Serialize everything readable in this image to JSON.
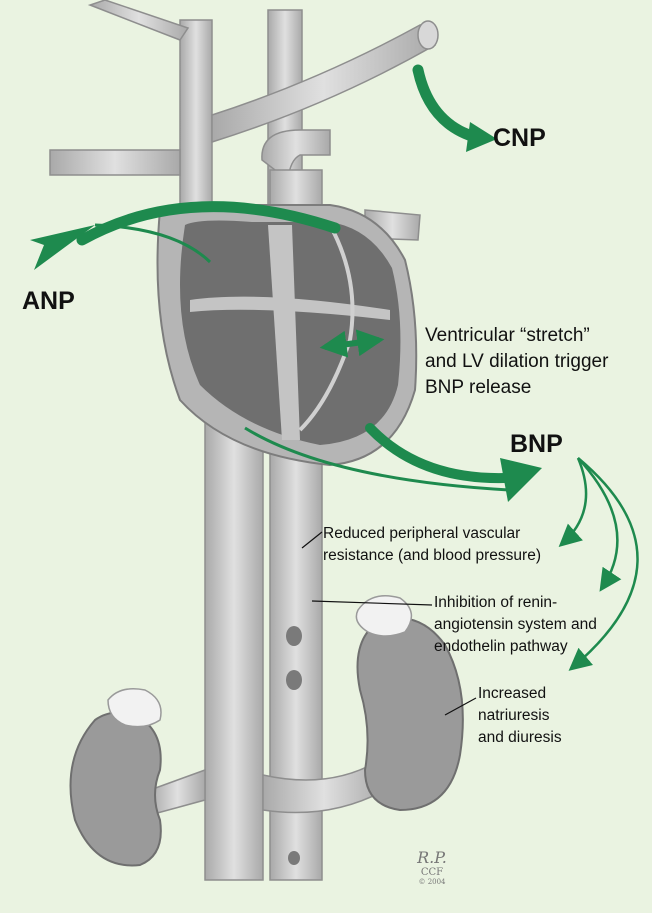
{
  "labels": {
    "cnp": "CNP",
    "anp": "ANP",
    "bnp": "BNP",
    "stretch": [
      "Ventricular “stretch”",
      "and LV dilation trigger",
      "BNP release"
    ],
    "effect_1": [
      "Reduced peripheral vascular",
      "resistance (and blood pressure)"
    ],
    "effect_2": [
      "Inhibition of renin-",
      "angiotensin system and",
      "endothelin pathway"
    ],
    "effect_3": [
      "Increased",
      "natriuresis",
      "and diuresis"
    ]
  },
  "signature": {
    "initials": "R.P.",
    "org": "CCF",
    "year": "© 2004"
  },
  "colors": {
    "background": "#eaf3e1",
    "arrow_green": "#1e8a4e",
    "vessel_gray": "#c9c9c9",
    "vessel_dark": "#8e8e8e",
    "chamber_gray": "#6f6f6f",
    "kidney_gray": "#9a9a9a"
  }
}
